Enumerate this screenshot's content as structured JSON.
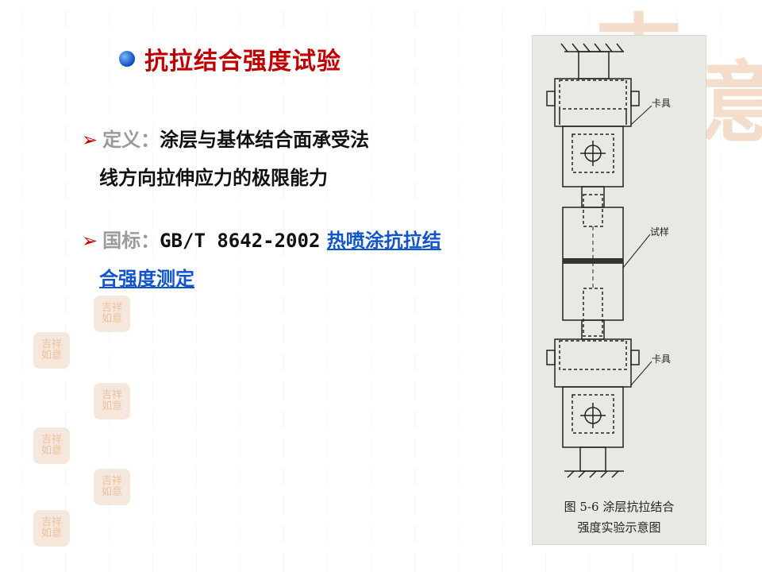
{
  "title": "抗拉结合强度试验",
  "definition": {
    "label": "定义：",
    "text_line1": "涂层与基体结合面承受法",
    "text_line2": "线方向拉伸应力的极限能力"
  },
  "standard": {
    "label": "国标：",
    "code": "GB/T 8642-2002",
    "link_line1": "热喷涂抗拉结",
    "link_line2": "合强度测定"
  },
  "figure": {
    "clamp_top_label": "卡具",
    "specimen_label": "试样",
    "clamp_bottom_label": "卡具",
    "caption_line1": "图 5-6  涂层抗拉结合",
    "caption_line2": "强度实验示意图"
  },
  "colors": {
    "title": "#c00000",
    "arrow": "#c00000",
    "label": "#9a9a9a",
    "link": "#1155cc",
    "bullet_dot": "#0a4db8"
  }
}
